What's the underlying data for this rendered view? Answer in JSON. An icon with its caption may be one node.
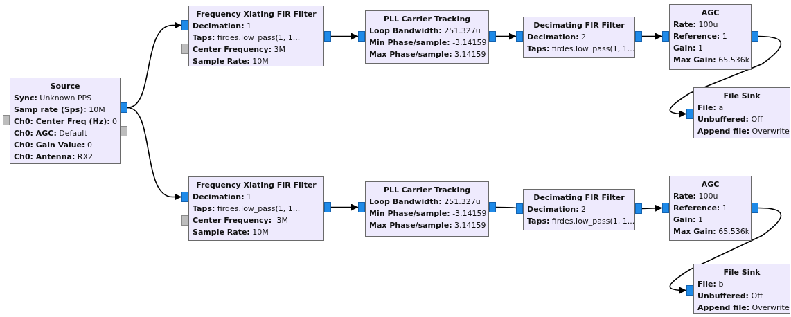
{
  "diagram": {
    "nodes": [
      {
        "text": [
          "Source",
          "**Sync:** Unknown PPS",
          "**Samp rate (Sps):** 10M",
          "**Ch0: Center Freq (Hz):** 0",
          "**Ch0: AGC:** Default",
          "**Ch0: Gain Value:** 0",
          "**Ch0: Antenna:** RX2"
        ]
      },
      {
        "text": [
          "Frequency Xlating FIR Filter",
          "**Decimation:** 1",
          "**Taps:** firdes.low_pass(1, 1...",
          "**Center Frequency:** 3M",
          "**Sample Rate:** 10M"
        ]
      },
      {
        "text": [
          "PLL Carrier Tracking",
          "**Loop Bandwidth:** 251.327u",
          "**Min Phase/sample:** -3.14159",
          "**Max Phase/sample:** 3.14159"
        ]
      },
      {
        "text": [
          "Decimating FIR Filter",
          "**Decimation:** 2",
          "**Taps:** firdes.low_pass(1, 1..."
        ]
      },
      {
        "text": [
          "AGC",
          "**Rate:** 100u",
          "**Reference:** 1",
          "**Gain:** 1",
          "**Max Gain:** 65.536k"
        ]
      },
      {
        "text": [
          "File Sink",
          "**File:** a",
          "**Unbuffered:** Off",
          "**Append file:** Overwrite"
        ]
      },
      {
        "text": [
          "Frequency Xlating FIR Filter",
          "**Decimation:** 1",
          "**Taps:** firdes.low_pass(1, 1...",
          "**Center Frequency:** -3M",
          "**Sample Rate:** 10M"
        ]
      },
      {
        "text": [
          "PLL Carrier Tracking",
          "**Loop Bandwidth:** 251.327u",
          "**Min Phase/sample:** -3.14159",
          "**Max Phase/sample:** 3.14159"
        ]
      },
      {
        "text": [
          "Decimating FIR Filter",
          "**Decimation:** 2",
          "**Taps:** firdes.low_pass(1, 1..."
        ]
      },
      {
        "text": [
          "AGC",
          "**Rate:** 100u",
          "**Reference:** 1",
          "**Gain:** 1",
          "**Max Gain:** 65.536k"
        ]
      },
      {
        "text": [
          "File Sink",
          "**File:** b",
          "**Unbuffered:** Off",
          "**Append file:** Overwrite"
        ]
      }
    ],
    "edges": [
      {
        "from": 0,
        "to": 1,
        "arrow": "to"
      },
      {
        "from": 0,
        "to": 6,
        "arrow": "to"
      },
      {
        "from": 1,
        "to": 2,
        "arrow": "to"
      },
      {
        "from": 2,
        "to": 3,
        "arrow": "to"
      },
      {
        "from": 3,
        "to": 4,
        "arrow": "to"
      },
      {
        "from": 4,
        "to": 5,
        "arrow": "to"
      },
      {
        "from": 6,
        "to": 7,
        "arrow": "to"
      },
      {
        "from": 7,
        "to": 8,
        "arrow": "to"
      },
      {
        "from": 8,
        "to": 9,
        "arrow": "to"
      },
      {
        "from": 9,
        "to": 10,
        "arrow": "to"
      }
    ]
  }
}
